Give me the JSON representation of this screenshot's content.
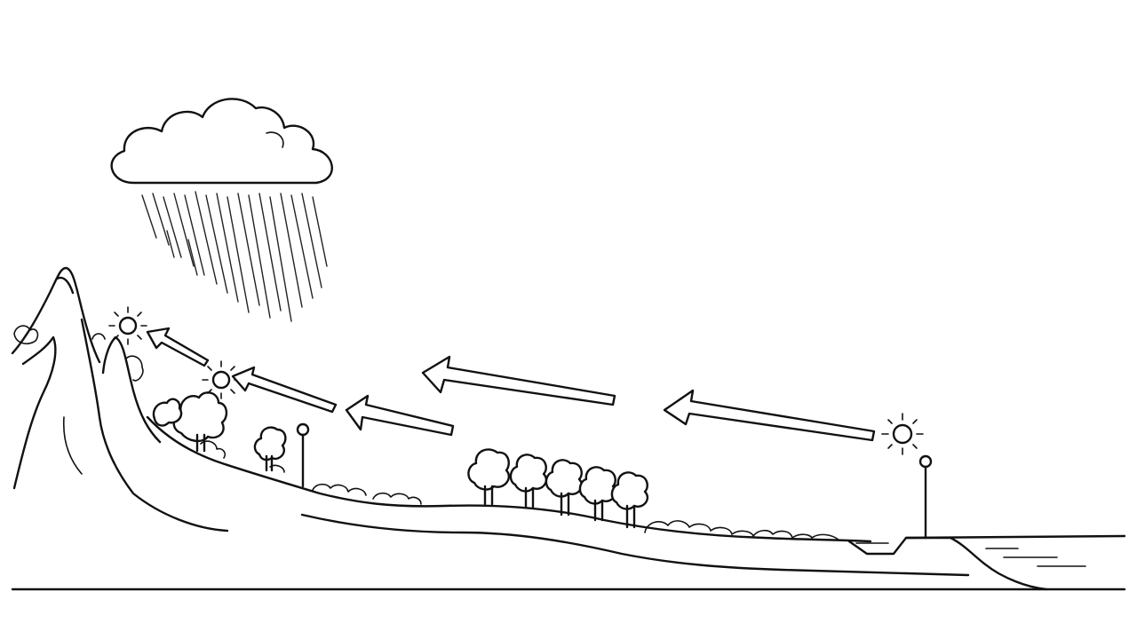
{
  "diagram": {
    "kind": "water-cycle-line-drawing",
    "style": "black outline on white",
    "colors": {
      "ink": "#111111",
      "background": "#ffffff"
    },
    "icons": [
      "cloud-icon",
      "rain-icon",
      "sun-icon",
      "arrow-left-icon",
      "tree-icon",
      "lamp-post-icon",
      "mountain-icon"
    ],
    "arrow_count": 5,
    "sun_count": 3
  }
}
